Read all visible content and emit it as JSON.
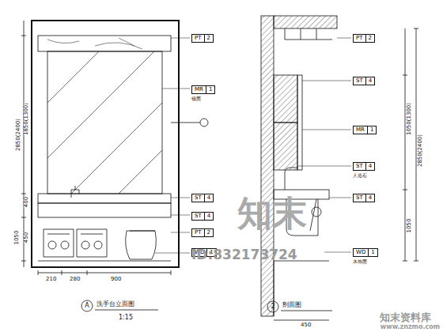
{
  "diagram": {
    "nodes": [
      {
        "text": [
          "PT",
          "2"
        ]
      },
      {
        "text": [
          "MR",
          "1"
        ]
      },
      {
        "text": [
          "ST",
          "4"
        ]
      },
      {
        "text": [
          "ST",
          "4"
        ]
      },
      {
        "text": [
          "PT",
          "2"
        ]
      },
      {
        "text": [
          "WD",
          "1"
        ]
      },
      {
        "text": [
          "PT",
          "2"
        ]
      },
      {
        "text": [
          "ST",
          "4"
        ]
      },
      {
        "text": [
          "MR",
          "1"
        ]
      },
      {
        "text": [
          "ST",
          "4"
        ]
      },
      {
        "text": [
          "ST",
          "4"
        ]
      },
      {
        "text": [
          "WD",
          "1"
        ]
      }
    ],
    "labels": [
      "2850(2400)",
      "1850(1300)",
      "400",
      "450",
      "1050",
      "900",
      "210",
      "280",
      "A",
      "洗手台立面图",
      "1:15",
      "2",
      "剖面图",
      "知末",
      "ID:832173724",
      "知末资料库",
      "www.znzmo.com",
      "1050(1300)",
      "2850(2400)",
      "1050",
      "450",
      "镜面",
      "人造石",
      "木饰面"
    ]
  }
}
